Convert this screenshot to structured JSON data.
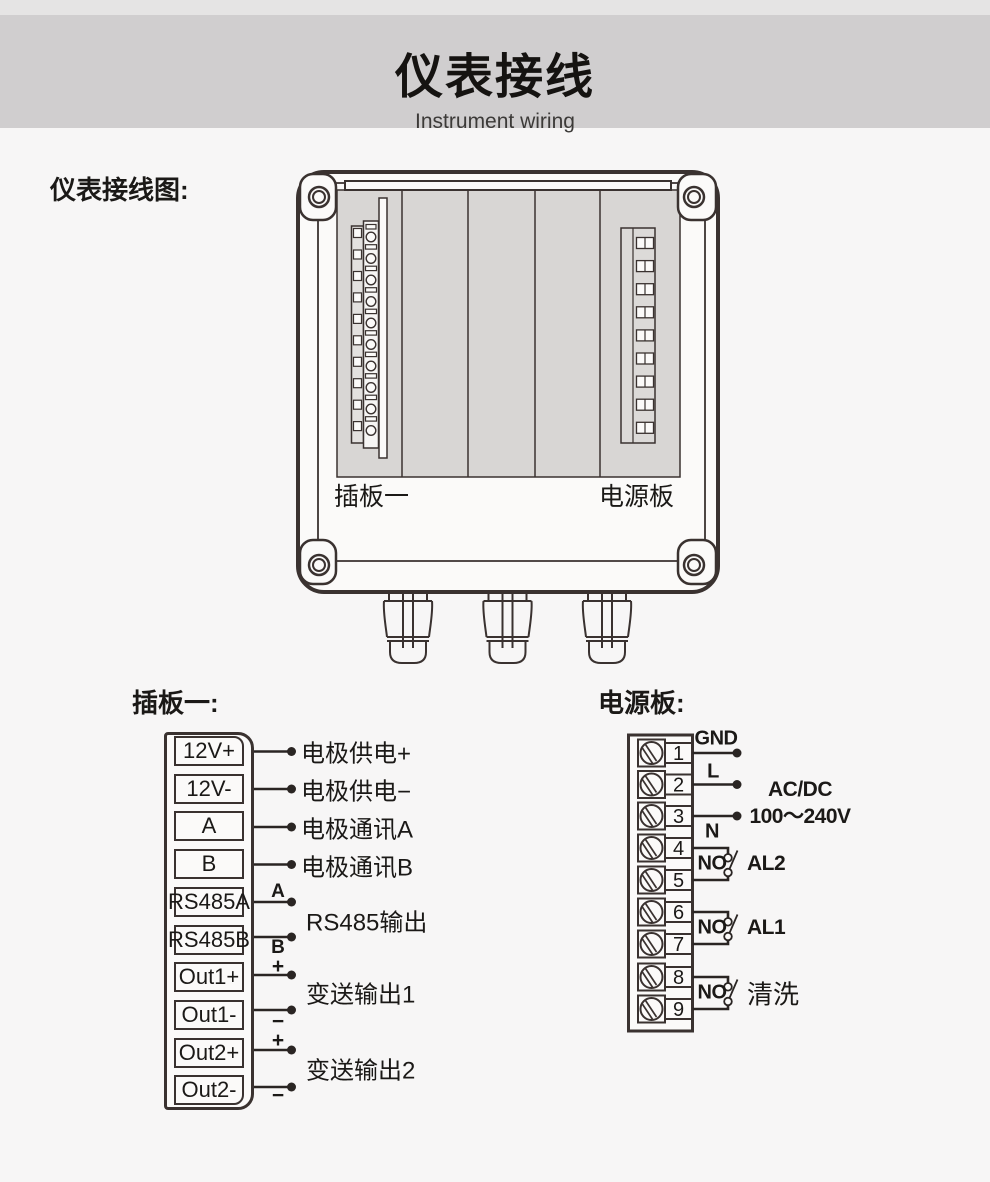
{
  "colors": {
    "line": "#3a3230",
    "header_band": "#d0cecf",
    "panel_gray": "#d8d6d4",
    "page_bg": "#f7f6f6"
  },
  "header": {
    "title": "仪表接线",
    "subtitle": "Instrument wiring"
  },
  "diagram": {
    "caption": "仪表接线图:",
    "board1_label": "插板一",
    "power_label": "电源板"
  },
  "board1": {
    "heading": "插板一:",
    "terminals": [
      "12V+",
      "12V-",
      "A",
      "B",
      "RS485A",
      "RS485B",
      "Out1+",
      "Out1-",
      "Out2+",
      "Out2-"
    ],
    "wire_labels": [
      "电极供电+",
      "电极供电−",
      "电极通讯A",
      "电极通讯B"
    ],
    "rs485": {
      "a_mark": "A",
      "b_mark": "B",
      "label": "RS485输出"
    },
    "out1": {
      "plus_mark": "+",
      "minus_mark": "−",
      "label": "变送输出1"
    },
    "out2": {
      "plus_mark": "+",
      "minus_mark": "−",
      "label": "变送输出2"
    }
  },
  "power": {
    "heading": "电源板:",
    "terminals": [
      "1",
      "2",
      "3",
      "4",
      "5",
      "6",
      "7",
      "8",
      "9"
    ],
    "gnd_label": "GND",
    "line_label": "L",
    "neutral_label": "N",
    "supply_label_1": "AC/DC",
    "supply_label_2": "100～240V",
    "relays": [
      {
        "no": "NO",
        "name": "AL2"
      },
      {
        "no": "NO",
        "name": "AL1"
      },
      {
        "no": "NO",
        "name": "清洗"
      }
    ]
  }
}
